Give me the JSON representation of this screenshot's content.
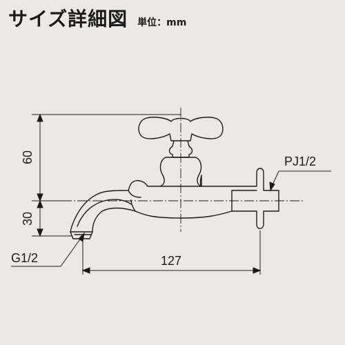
{
  "header": {
    "title": "サイズ詳細図",
    "unit": "単位：mm"
  },
  "dimensions": {
    "height_upper": "60",
    "height_lower": "30",
    "length": "127",
    "inlet_thread": "PJ1/2",
    "outlet_thread": "G1/2"
  },
  "colors": {
    "background": "#ece9e4",
    "line": "#1a1a1a"
  }
}
